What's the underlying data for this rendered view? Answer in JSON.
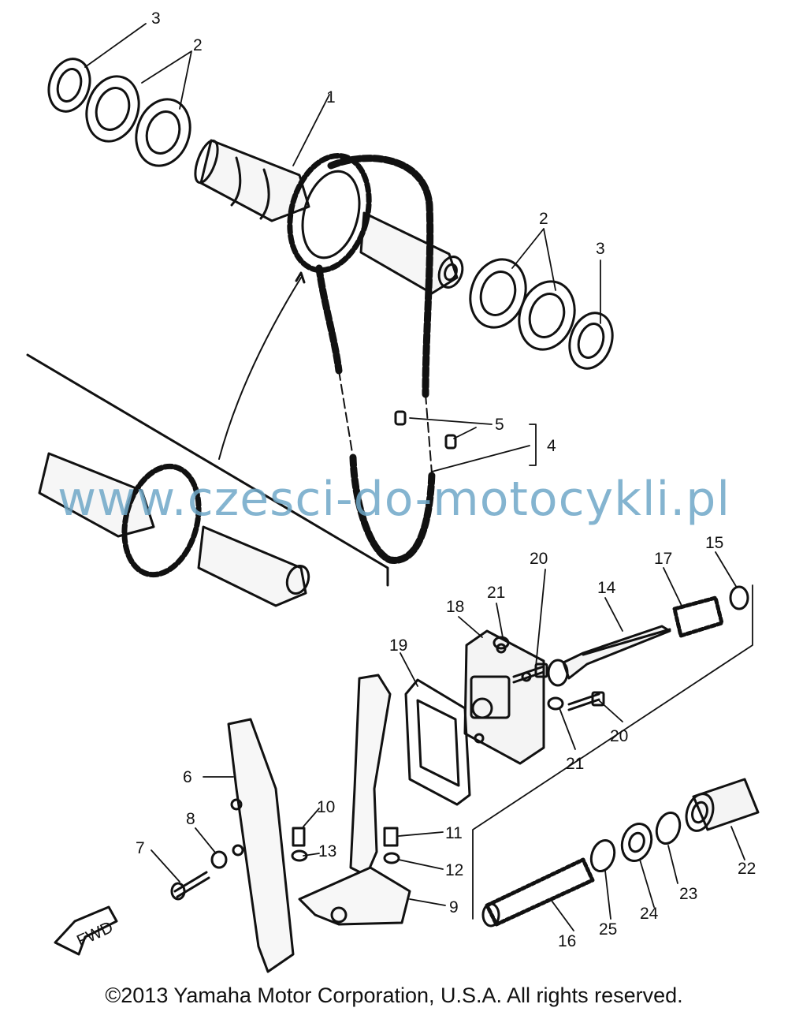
{
  "diagram": {
    "watermark": "www.czesci-do-motocykli.pl",
    "copyright": "©2013 Yamaha Motor Corporation, U.S.A. All rights reserved.",
    "fwd_label": "FWD",
    "callouts": {
      "c3a": "3",
      "c2a": "2",
      "c1": "1",
      "c2b": "2",
      "c3b": "3",
      "c5": "5",
      "c4": "4",
      "c20a": "20",
      "c21a": "21",
      "c14": "14",
      "c17": "17",
      "c15": "15",
      "c18": "18",
      "c19": "19",
      "c20b": "20",
      "c21b": "21",
      "c6": "6",
      "c8": "8",
      "c7": "7",
      "c10": "10",
      "c13": "13",
      "c11": "11",
      "c12": "12",
      "c9": "9",
      "c22": "22",
      "c23": "23",
      "c24": "24",
      "c25": "25",
      "c16": "16"
    }
  }
}
